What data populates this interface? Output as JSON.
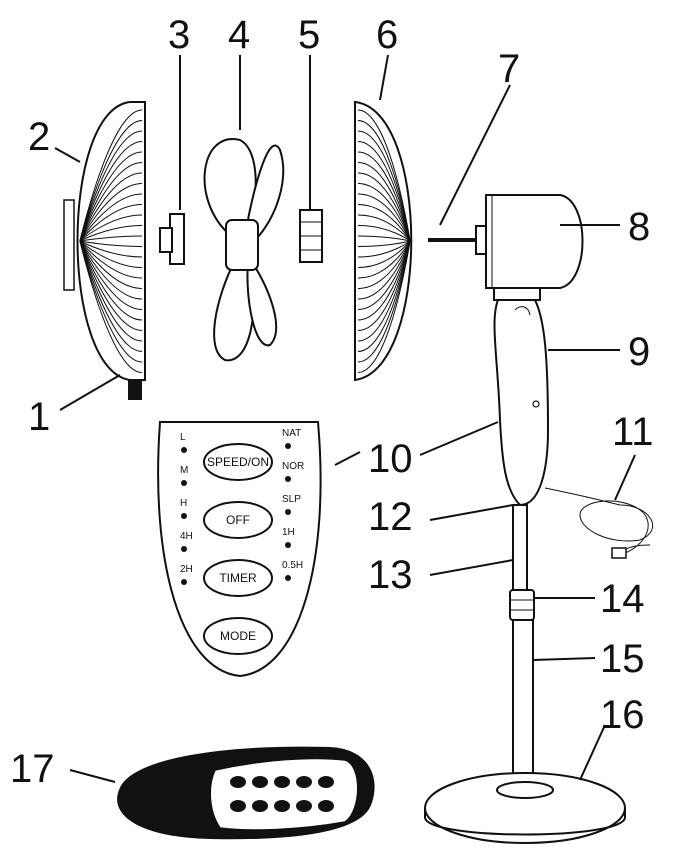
{
  "labels": [
    "1",
    "2",
    "3",
    "4",
    "5",
    "6",
    "7",
    "8",
    "9",
    "10",
    "11",
    "12",
    "13",
    "14",
    "15",
    "16",
    "17"
  ],
  "remote_buttons": [
    "SPEED/ON",
    "OFF",
    "TIMER",
    "MODE"
  ],
  "remote_left": [
    "L",
    "M",
    "H",
    "4H",
    "2H"
  ],
  "remote_right": [
    "NAT",
    "NOR",
    "SLP",
    "1H",
    "0.5H"
  ]
}
